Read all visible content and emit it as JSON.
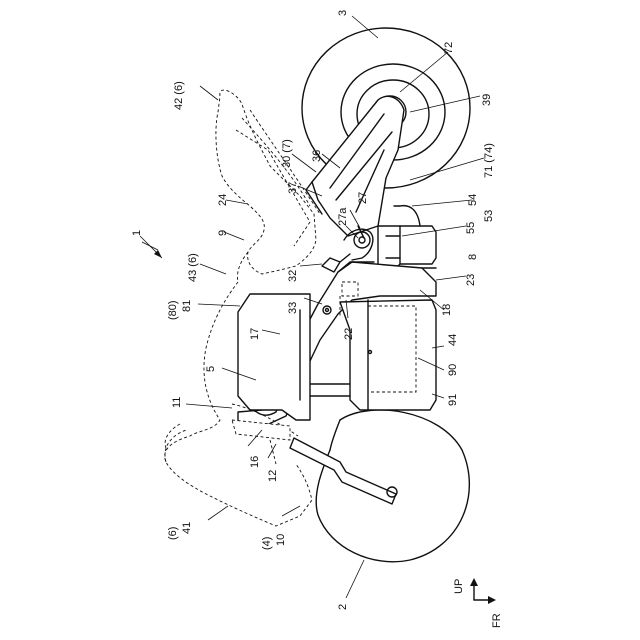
{
  "figure": {
    "ref_label": "1",
    "direction_up": "UP",
    "direction_front": "FR",
    "labels": [
      {
        "key": "l3",
        "text": "3"
      },
      {
        "key": "l72",
        "text": "72"
      },
      {
        "key": "l42",
        "text": "42 (6)"
      },
      {
        "key": "l39",
        "text": "39"
      },
      {
        "key": "l30",
        "text": "30 (7)"
      },
      {
        "key": "l36",
        "text": "36"
      },
      {
        "key": "l71",
        "text": "71 (74)"
      },
      {
        "key": "l37",
        "text": "37"
      },
      {
        "key": "l54",
        "text": "54"
      },
      {
        "key": "l53",
        "text": "53"
      },
      {
        "key": "l24",
        "text": "24"
      },
      {
        "key": "l27",
        "text": "27"
      },
      {
        "key": "l27a",
        "text": "27a"
      },
      {
        "key": "l9",
        "text": "9"
      },
      {
        "key": "l55",
        "text": "55"
      },
      {
        "key": "l8",
        "text": "8"
      },
      {
        "key": "l1",
        "text": "1"
      },
      {
        "key": "l43",
        "text": "43 (6)"
      },
      {
        "key": "l32",
        "text": "32"
      },
      {
        "key": "l23",
        "text": "23"
      },
      {
        "key": "l80",
        "text": "(80)"
      },
      {
        "key": "l81",
        "text": "81"
      },
      {
        "key": "l33",
        "text": "33"
      },
      {
        "key": "l22",
        "text": "22"
      },
      {
        "key": "l18",
        "text": "18"
      },
      {
        "key": "l17",
        "text": "17"
      },
      {
        "key": "l44",
        "text": "44"
      },
      {
        "key": "l5",
        "text": "5"
      },
      {
        "key": "l90",
        "text": "90"
      },
      {
        "key": "l11",
        "text": "11"
      },
      {
        "key": "l91",
        "text": "91"
      },
      {
        "key": "l16",
        "text": "16"
      },
      {
        "key": "l12",
        "text": "12"
      },
      {
        "key": "l6",
        "text": "(6)"
      },
      {
        "key": "l41",
        "text": "41"
      },
      {
        "key": "l4",
        "text": "(4)"
      },
      {
        "key": "l10",
        "text": "10"
      },
      {
        "key": "l2",
        "text": "2"
      }
    ]
  }
}
